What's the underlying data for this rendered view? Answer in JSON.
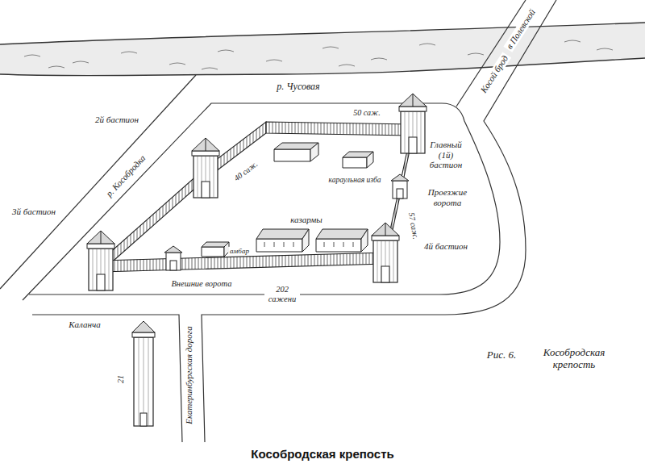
{
  "diagram": {
    "caption": "Кособродская крепость",
    "labels": [
      "р. Чусовая",
      "в Полевской",
      "Косой брод",
      "2й бастион",
      "50 саж.",
      "Главный (1й) бастион",
      "40 саж.",
      "р. Кособродка",
      "караульная изба",
      "Проезжие ворота",
      "3й бастион",
      "казармы",
      "57 саж.",
      "амбар",
      "4й бастион",
      "Внешние ворота",
      "202 сажени",
      "Каланча",
      "21",
      "Екатеринбургская дорога",
      "Рис. 6.",
      "Кособродская крепость"
    ]
  }
}
